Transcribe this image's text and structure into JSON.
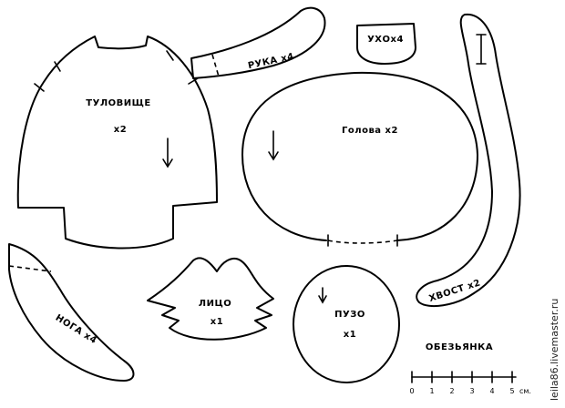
{
  "pieces": {
    "body": {
      "name": "ТУЛОВИЩЕ",
      "count": "x2"
    },
    "arm": {
      "label": "РУКА x4"
    },
    "ear": {
      "label": "УХОx4"
    },
    "head": {
      "label": "Голова x2"
    },
    "tail": {
      "label": "ХВОСТ x2"
    },
    "face": {
      "name": "ЛИЦО",
      "count": "x1"
    },
    "belly": {
      "name": "ПУЗО",
      "count": "x1"
    },
    "leg": {
      "label": "НОГА x4"
    }
  },
  "title": "ОБЕЗЬЯНКА",
  "scale": {
    "ticks": [
      "0",
      "1",
      "2",
      "3",
      "4",
      "5"
    ],
    "unit": "см."
  },
  "watermark": "leila86.livemaster.ru"
}
